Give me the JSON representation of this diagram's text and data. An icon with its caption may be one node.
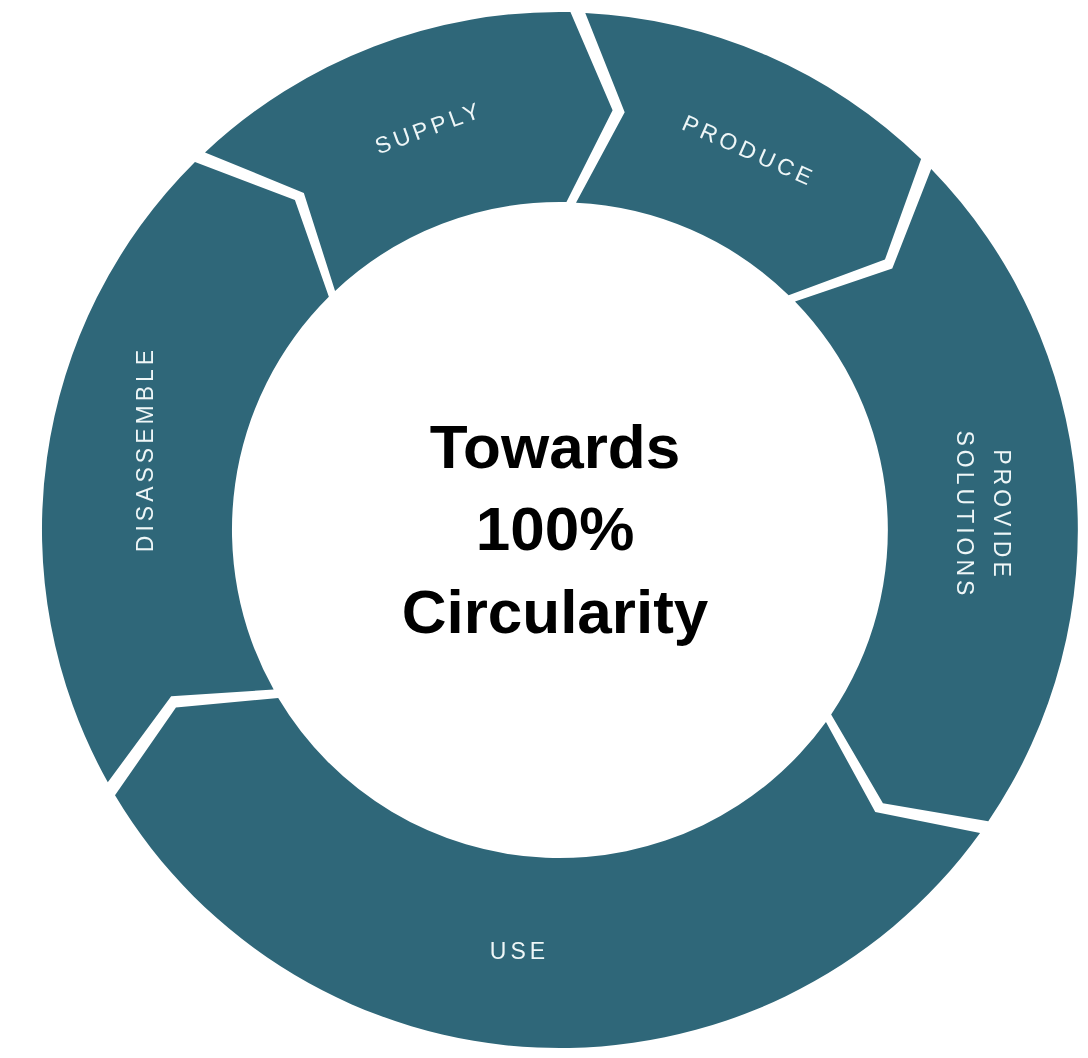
{
  "diagram": {
    "nodes": [
      {
        "text": [
          "SUPPLY"
        ]
      },
      {
        "text": [
          "PRODUCE"
        ]
      },
      {
        "text": [
          "PROVIDE SOLUTIONS"
        ]
      },
      {
        "text": [
          "USE"
        ]
      },
      {
        "text": [
          "DISASSEMBLE"
        ]
      },
      {
        "text": [
          "Towards 100% Circularity"
        ]
      }
    ]
  }
}
